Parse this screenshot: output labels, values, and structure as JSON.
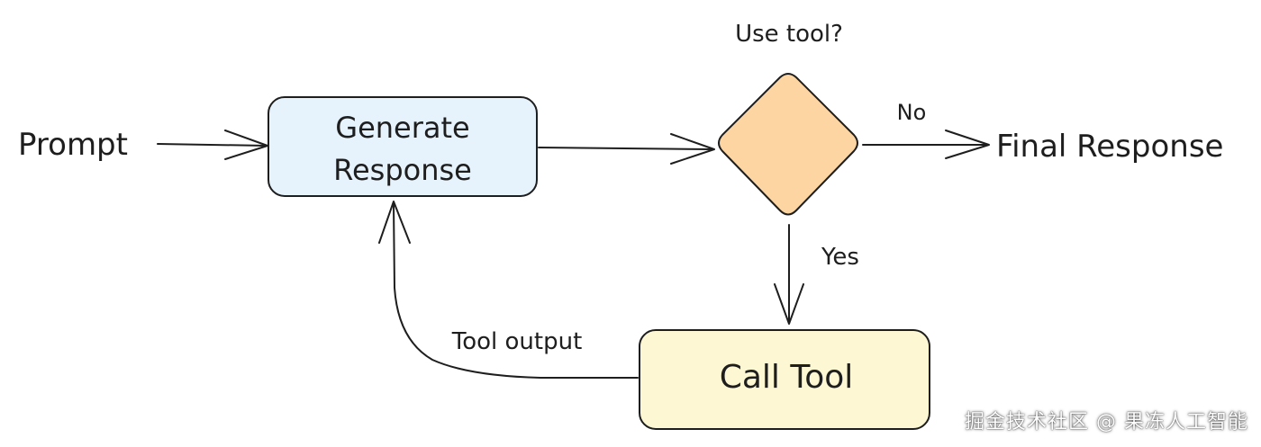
{
  "nodes": {
    "prompt": "Prompt",
    "generate": {
      "line1": "Generate",
      "line2": "Response"
    },
    "decision": "Use tool?",
    "final": "Final Response",
    "call_tool": "Call Tool"
  },
  "edges": {
    "no": "No",
    "yes": "Yes",
    "tool_output": "Tool output"
  },
  "colors": {
    "generate_fill": "#e6f3fc",
    "decision_fill": "#fcd5a3",
    "call_tool_fill": "#fdf7d4",
    "stroke": "#1e1e1e"
  },
  "watermark": "掘金技术社区 @ 果冻人工智能"
}
